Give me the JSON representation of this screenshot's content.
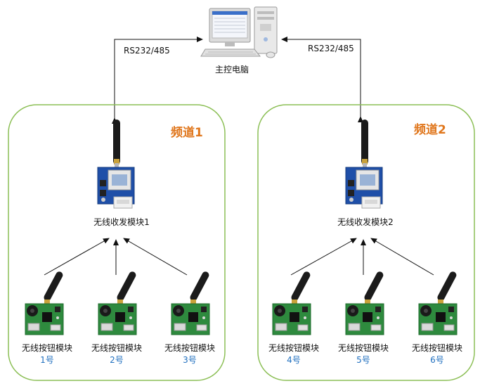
{
  "host": {
    "label": "主控电脑"
  },
  "links": {
    "left_label": "RS232/485",
    "right_label": "RS232/485"
  },
  "channels": [
    {
      "title": "频道1",
      "transceiver_label": "无线收发模块1",
      "buttons": [
        {
          "label": "无线按钮模块",
          "number": "1号"
        },
        {
          "label": "无线按钮模块",
          "number": "2号"
        },
        {
          "label": "无线按钮模块",
          "number": "3号"
        }
      ]
    },
    {
      "title": "频道2",
      "transceiver_label": "无线收发模块2",
      "buttons": [
        {
          "label": "无线按钮模块",
          "number": "4号"
        },
        {
          "label": "无线按钮模块",
          "number": "5号"
        },
        {
          "label": "无线按钮模块",
          "number": "6号"
        }
      ]
    }
  ],
  "colors": {
    "group_border": "#8cbf56",
    "channel_title": "#e0771d",
    "number_text": "#1f6fbf",
    "transceiver_board": "#1f4fa8",
    "button_board": "#2e8a3e"
  },
  "icons": {
    "host": "desktop-computer-icon",
    "transceiver": "wireless-transceiver-module-icon",
    "button": "wireless-button-module-icon"
  }
}
